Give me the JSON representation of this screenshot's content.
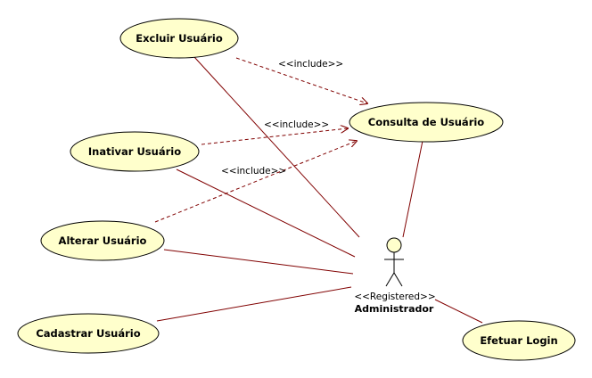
{
  "diagram": {
    "use_cases": {
      "excluir": "Excluir Usuário",
      "consulta": "Consulta de Usuário",
      "inativar": "Inativar Usuário",
      "alterar": "Alterar Usuário",
      "cadastrar": "Cadastrar Usuário",
      "login": "Efetuar Login"
    },
    "actor": {
      "stereotype": "<<Registered>>",
      "name": "Administrador"
    },
    "relations": {
      "include_1": "<<include>>",
      "include_2": "<<include>>",
      "include_3": "<<include>>"
    },
    "colors": {
      "usecase_fill": "#ffffcc",
      "line": "#800000",
      "outline": "#000000"
    }
  }
}
